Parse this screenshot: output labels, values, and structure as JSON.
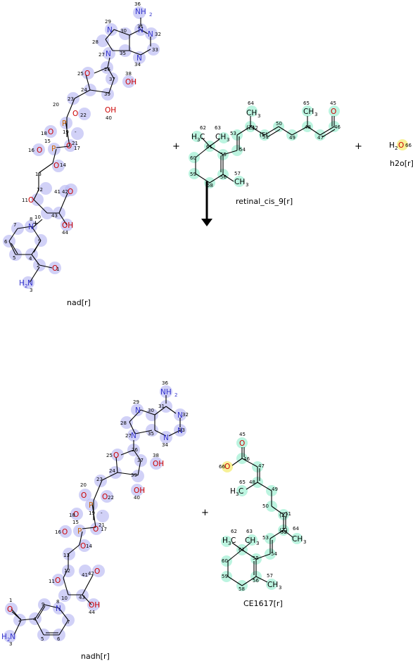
{
  "reaction": {
    "reactants": [
      {
        "name": "nad[r]"
      },
      {
        "name": "retinal_cis_9[r]"
      },
      {
        "name": "h2o[r]"
      }
    ],
    "products": [
      {
        "name": "nadh[r]"
      },
      {
        "name": "CE1617[r]"
      }
    ],
    "plus_sign": "+",
    "plus_signs": [
      "+",
      "+",
      "+"
    ],
    "colors": {
      "cofactor_highlight": "#b9b9f2",
      "substrate_highlight": "#a6f0d6",
      "water_highlight": "#f6f08c",
      "nitrogen": "#3333cc",
      "oxygen": "#cc0000",
      "phosphorus": "#cc6600"
    },
    "arrow": {
      "direction": "down",
      "icon": "reaction-arrow-icon"
    }
  }
}
